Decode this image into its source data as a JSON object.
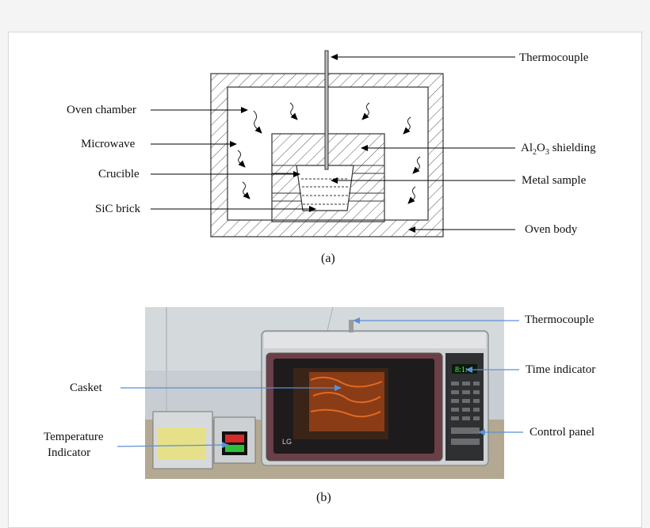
{
  "diagram_a": {
    "caption": "(a)",
    "labels": {
      "oven_chamber": "Oven chamber",
      "microwave": "Microwave",
      "crucible": "Crucible",
      "sic_brick": "SiC brick",
      "thermocouple": "Thermocouple",
      "shielding_prefix": "Al",
      "shielding_sub1": "2",
      "shielding_mid": "O",
      "shielding_sub2": "3",
      "shielding_suffix": " shielding",
      "metal_sample": "Metal sample",
      "oven_body": "Oven body"
    }
  },
  "photo_b": {
    "caption": "(b)",
    "labels": {
      "casket": "Casket",
      "temperature_indicator_line1": "Temperature",
      "temperature_indicator_line2": "Indicator",
      "thermocouple": "Thermocouple",
      "time_indicator": "Time indicator",
      "control_panel": "Control panel"
    },
    "oven_brand": "LG"
  },
  "colors": {
    "arrow_photo": "#5b8fd6",
    "arrow_diagram": "#000000"
  }
}
